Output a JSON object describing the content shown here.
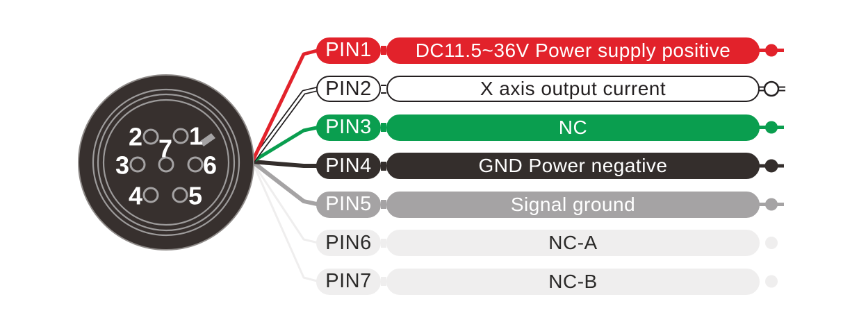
{
  "connector": {
    "pin_numbers": [
      "1",
      "2",
      "3",
      "4",
      "5",
      "6",
      "7"
    ],
    "body_color": "#37302e",
    "rim_color": "#8e8a88",
    "ring_color": "#9d9b9b",
    "pin_hole_color": "#a5a3a4",
    "number_color": "#ffffff",
    "key_notch_color": "#a5a3a4"
  },
  "rows": [
    {
      "pin": "PIN1",
      "label": "DC11.5~36V Power supply positive",
      "fill": "#e2222b",
      "text_color": "#ffffff"
    },
    {
      "pin": "PIN2",
      "label": "X axis output current",
      "fill": "#ffffff",
      "text_color": "#231f20",
      "border_color": "#231f20"
    },
    {
      "pin": "PIN3",
      "label": "NC",
      "fill": "#0a9e4f",
      "text_color": "#ffffff"
    },
    {
      "pin": "PIN4",
      "label": "GND Power negative",
      "fill": "#342e2c",
      "text_color": "#ffffff"
    },
    {
      "pin": "PIN5",
      "label": "Signal ground",
      "fill": "#a5a3a4",
      "text_color": "#ffffff"
    },
    {
      "pin": "PIN6",
      "label": "NC-A",
      "fill": "#efeeee",
      "text_color": "#2b2a29"
    },
    {
      "pin": "PIN7",
      "label": "NC-B",
      "fill": "#efeeee",
      "text_color": "#2b2a29"
    }
  ]
}
